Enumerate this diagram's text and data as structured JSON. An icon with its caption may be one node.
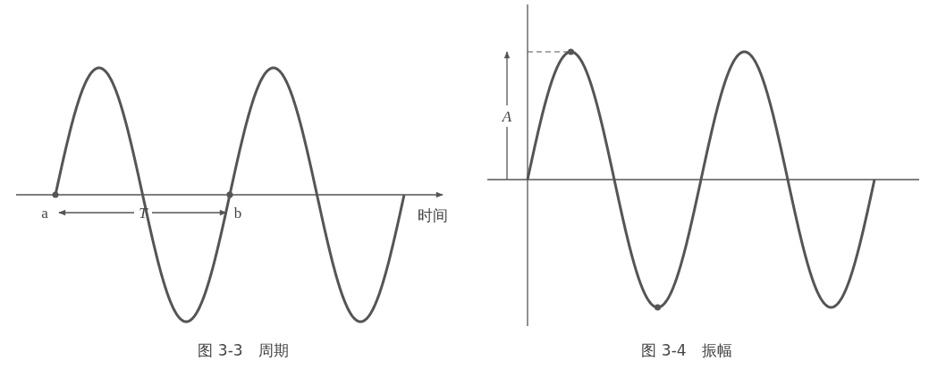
{
  "diagram": {
    "labels": [
      "a",
      "T",
      "b",
      "时间",
      "A",
      "图 3-3　周期",
      "图 3-4　振幅"
    ]
  }
}
